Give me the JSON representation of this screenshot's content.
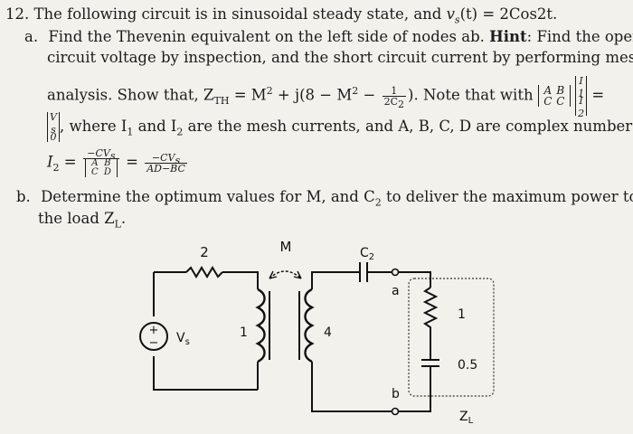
{
  "problem": {
    "number": "12.",
    "intro": "The following circuit is in sinusoidal steady state, and",
    "vs_expr": "v",
    "vs_sub": "s",
    "vs_rhs": "(t) = 2Cos2t."
  },
  "part_a": {
    "label": "a.",
    "text1": "Find the Thevenin equivalent on the left side of nodes ab.",
    "hint_label": "Hint",
    "text1b": ": Find the open",
    "text2": "circuit voltage by inspection, and the short circuit current by performing mesh",
    "text3a": "analysis. Show that, Z",
    "zth_sub": "TH",
    "text3b": "= M",
    "text3c": "+ j(8 − M",
    "text3d": "−",
    "frac_num": "1",
    "frac_den": "2C",
    "frac_den_sub": "2",
    "text3e": "). Note that with",
    "matrix": [
      "A",
      "B",
      "C",
      "C"
    ],
    "vec_i": [
      "I",
      "I"
    ],
    "vec_i_sub": [
      "1",
      "2"
    ],
    "eq": "=",
    "vec_v": [
      "V",
      "0"
    ],
    "vec_v_sub": "s",
    "text4a": ", where I",
    "text4b": "and I",
    "text4c": "are the mesh currents, and A, B, C, D are complex numbers,",
    "i2_lhs": "I",
    "i2_num1": "−CV",
    "det": [
      "A",
      "B",
      "C",
      "D"
    ],
    "i2_eq": "=",
    "i2_num2": "−CV",
    "i2_den2": "AD−BC"
  },
  "part_b": {
    "label": "b.",
    "text1": "Determine the optimum values for M, and C",
    "text1b": "to deliver the maximum power to",
    "text2": "the load Z",
    "text2_sub": "L",
    "text2_end": "."
  },
  "circuit": {
    "resistor_label": "2",
    "mutual_label": "M",
    "cap_label": "C",
    "cap_sub": "2",
    "node_a": "a",
    "node_b": "b",
    "source_label": "V",
    "source_sub": "s",
    "l1_label": "1",
    "l2_label": "4",
    "load_r_label": "1",
    "load_c_label": "0.5",
    "load_label": "Z",
    "load_sub": "L",
    "source_plus": "+",
    "source_minus": "−"
  }
}
